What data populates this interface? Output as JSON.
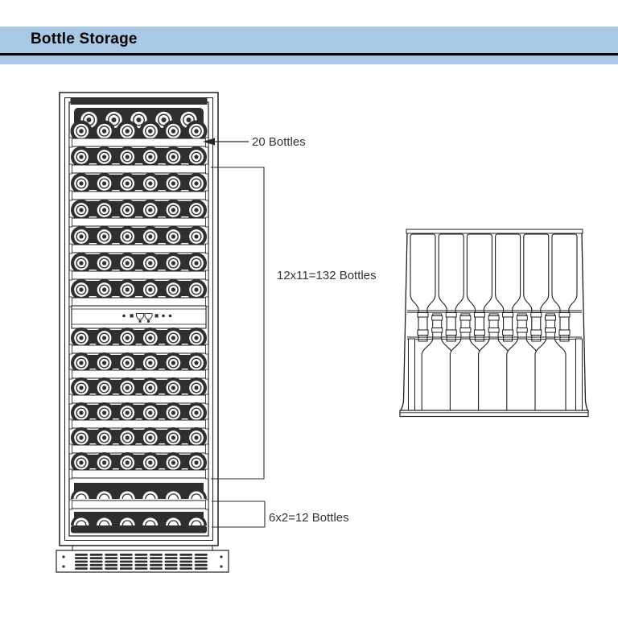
{
  "header": {
    "title": "Bottle Storage",
    "band_color": "#a9c9e6",
    "rule_color": "#000000"
  },
  "annotations": {
    "top": "20 Bottles",
    "middle": "12x11=132 Bottles",
    "bottom": "6x2=12 Bottles"
  },
  "front_view": {
    "top_row_bottles": 5,
    "second_row_bottles": 6,
    "bottles_per_shelf_row": 6,
    "shelf_rows_above_display": 6,
    "shelf_rows_below_display": 6,
    "standing_rows": 2,
    "standing_bottles_per_row": 6,
    "vent_slot_groups": 9
  },
  "side_view": {
    "hanging_bottles": 6,
    "standing_bottles": 5
  },
  "colors": {
    "line": "#1e1e1e",
    "dark_fill": "#2f2f2f",
    "background": "#ffffff"
  }
}
